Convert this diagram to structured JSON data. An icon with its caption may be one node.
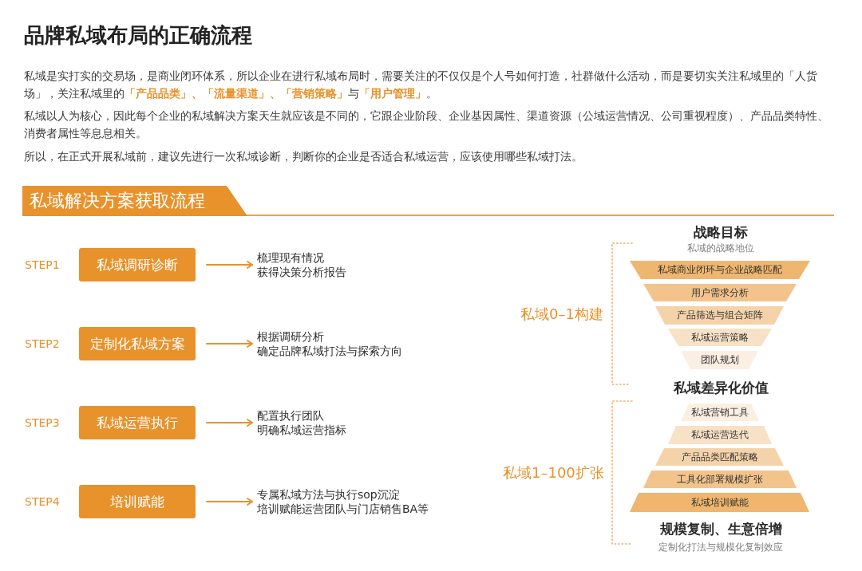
{
  "diagram": {
    "title": "品牌私域布局的正确流程",
    "nodes": [
      {
        "text": [
          "私域解决方案获取流程"
        ]
      },
      {
        "text": [
          "私域调研诊断"
        ],
        "beside": [
          "STEP1"
        ]
      },
      {
        "text": [
          "梳理现有情况",
          "获得决策分析报告"
        ]
      },
      {
        "text": [
          "定制化私域方案"
        ],
        "beside": [
          "STEP2"
        ]
      },
      {
        "text": [
          "根据调研分析",
          "确定品牌私域打法与探索方向"
        ]
      },
      {
        "text": [
          "私域运营执行"
        ],
        "beside": [
          "STEP3"
        ]
      },
      {
        "text": [
          "配置执行团队",
          "明确私域运营指标"
        ]
      },
      {
        "text": [
          "培训赋能"
        ],
        "beside": [
          "STEP4"
        ]
      },
      {
        "text": [
          "专属私域方法与执行sop沉淀",
          "培训赋能运营团队与门店销售BA等"
        ]
      },
      {
        "text": [
          "私域商业闭环与企业战略匹配"
        ]
      },
      {
        "text": [
          "用户需求分析"
        ]
      },
      {
        "text": [
          "产品筛选与组合矩阵"
        ]
      },
      {
        "text": [
          "私域运营策略"
        ]
      },
      {
        "text": [
          "团队规划"
        ]
      },
      {
        "text": [
          "私域营销工具"
        ]
      },
      {
        "text": [
          "私域运营迭代"
        ]
      },
      {
        "text": [
          "产品品类匹配策略"
        ]
      },
      {
        "text": [
          "工具化部署规模扩张"
        ]
      },
      {
        "text": [
          "私域培训赋能"
        ]
      }
    ],
    "edges": [
      {
        "from": 1,
        "to": 2,
        "arrow": "to"
      },
      {
        "from": 3,
        "to": 4,
        "arrow": "to"
      },
      {
        "from": 5,
        "to": 6,
        "arrow": "to"
      },
      {
        "from": 7,
        "to": 8,
        "arrow": "to"
      }
    ],
    "labels": [
      "私域是实打实的交易场，是商业闭环体系，所以企业在进行私域布局时，需要关注的不仅仅是个人号如何打造，社群做什么活动，而是要切实关注私域里的「人货场」，关注私域里的**「产品品类」、「流量渠道」、「营销策略」**与**「用户管理」**。",
      "私域以人为核心，因此每个企业的私域解决方案天生就应该是不同的，它跟企业阶段、企业基因属性、渠道资源（公域运营情况、公司重视程度）、产品品类特性、消费者属性等息息相关。",
      "所以，在正式开展私域前，建议先进行一次私域诊断，判断你的企业是否适合私域运营，应该使用哪些私域打法。",
      "战略目标",
      "私域的战略地位",
      "私域0–1构建",
      "私域差异化价值",
      "私域1–100扩张",
      "规模复制、生意倍增",
      "定制化打法与规模化复制效应"
    ]
  }
}
